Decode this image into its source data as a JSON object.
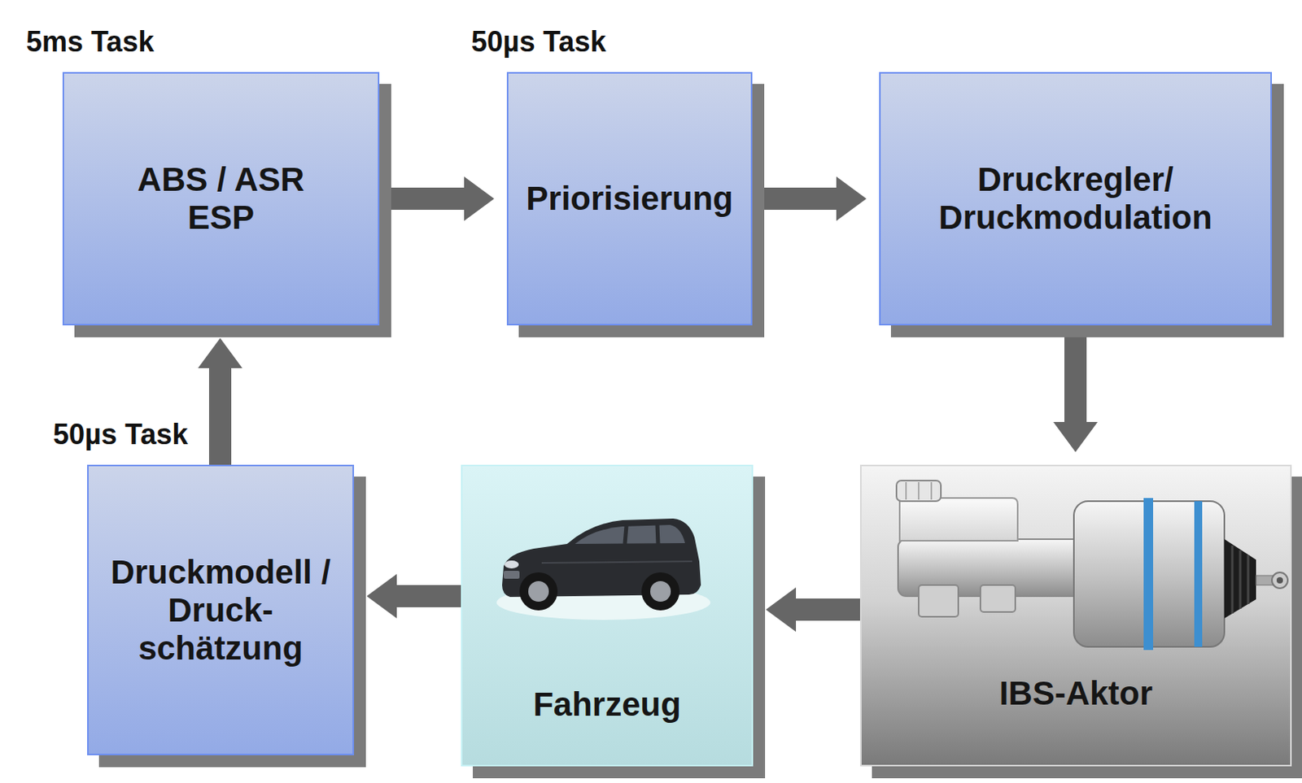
{
  "diagram": {
    "nodes": [
      {
        "text": [
          "5ms Task"
        ]
      },
      {
        "text": [
          "ABS / ASR ESP"
        ],
        "in": 0
      },
      {
        "text": [
          "50µs Task"
        ]
      },
      {
        "text": [
          "Priorisierung"
        ],
        "in": 2
      },
      {
        "text": [
          "Druckregler/ Druckmodulation"
        ],
        "in": 2
      },
      {
        "text": [
          "50µs Task"
        ]
      },
      {
        "text": [
          "Druckmodell / Druck- schätzung"
        ],
        "in": 5
      },
      {
        "text": [
          "Fahrzeug"
        ]
      },
      {
        "text": [
          "IBS-Aktor"
        ]
      }
    ],
    "edges": [
      {
        "from": 1,
        "to": 3,
        "arrow": "to"
      },
      {
        "from": 3,
        "to": 4,
        "arrow": "to"
      },
      {
        "from": 4,
        "to": 8,
        "arrow": "to"
      },
      {
        "from": 8,
        "to": 7,
        "arrow": "to"
      },
      {
        "from": 7,
        "to": 6,
        "arrow": "to"
      },
      {
        "from": 6,
        "to": 1,
        "arrow": "to"
      }
    ]
  }
}
